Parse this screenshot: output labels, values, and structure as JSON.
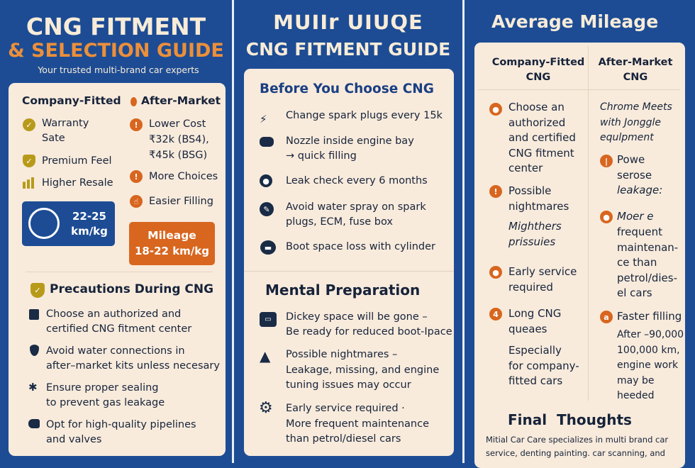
{
  "left": {
    "title1": "CNG FITMENT",
    "title2": "& SELECTION GUIDE",
    "subtitle": "Your trusted multi-brand car experts",
    "company": {
      "heading": "Company-Fitted",
      "items": [
        "Warranty\nSate",
        "Premium Feel",
        "Higher Resale"
      ],
      "mileage_value": "22-25",
      "mileage_unit": "km/kg"
    },
    "aftermarket": {
      "heading": "After-Market",
      "items": [
        "Lower Cost\n₹32k (BS4),\n₹45k (BSG)",
        "More Choices",
        "Easier Filling"
      ],
      "mileage_label": "Mileage",
      "mileage_value": "18-22 km/kg"
    },
    "precautions": {
      "heading": "Precautions During CNG",
      "items": [
        "Choose an authorized and\ncertified CNG fitment center",
        "Avoid water connections in\nafter–market kits unless necesary",
        "Ensure proper sealing\nto prevent gas leakage",
        "Opt for high-quality pipelines\nand valves"
      ]
    }
  },
  "middle": {
    "title1": "MUIIr UIUQE",
    "title2": "CNG FITMENT GUIDE",
    "before": {
      "heading": "Before You Choose CNG",
      "items": [
        "Change spark plugs every 15k",
        "Nozzle inside engine bay\n→ quick filling",
        "Leak check every 6 months",
        "Avoid water spray on spark\nplugs, ECM, fuse box",
        "Boot space loss with cylinder"
      ]
    },
    "mental": {
      "heading": "Mental Preparation",
      "items": [
        "Dickey space will be gone –\nBe ready for reduced boot-Ipace",
        "Possible nightmares –\nLeakage, missing, and engine\ntuning issues may occur",
        "Early service required ·\nMore frequent maintenance\nthan petrol/diesel cars"
      ]
    }
  },
  "right": {
    "title": "Average Mileage",
    "col1": {
      "heading": "Company-Fitted\nCNG",
      "items": [
        {
          "text": "Choose an\nauthorized\nand certified\nCNG fitment\ncenter"
        },
        {
          "text": "Possible\nnightmares",
          "sub": "Mighthers\nprissuies"
        },
        {
          "text": "Early service\nrequired"
        },
        {
          "text": "Long CNG\nqueaes",
          "sub": "Especially\nfor company-\nfitted cars",
          "badge": "4"
        }
      ]
    },
    "col2": {
      "heading": "After-Market\nCNG",
      "intro": "Chrome Meets\nwith Jonggle\nequlpment",
      "items": [
        {
          "text": "Powe\nserose",
          "sub": "leakage:"
        },
        {
          "text": "Moer e",
          "sub": "frequent\nmaintenan-\nce than\npetrol/dies-\nel cars"
        },
        {
          "text": "Faster filling",
          "sub": "After –90,000\n100,000 km,\nengine work\nmay be\nheeded",
          "badge": "a"
        }
      ]
    },
    "final": {
      "heading": "Final  Thoughts",
      "text": "Mitial Car Care specializes in multi brand car\nservice, denting painting. car scanning, and"
    }
  },
  "colors": {
    "blue": "#1d4c94",
    "cream": "#f8ebdc",
    "orange": "#d8661f",
    "olive": "#b89a1a",
    "navy": "#17233a"
  }
}
